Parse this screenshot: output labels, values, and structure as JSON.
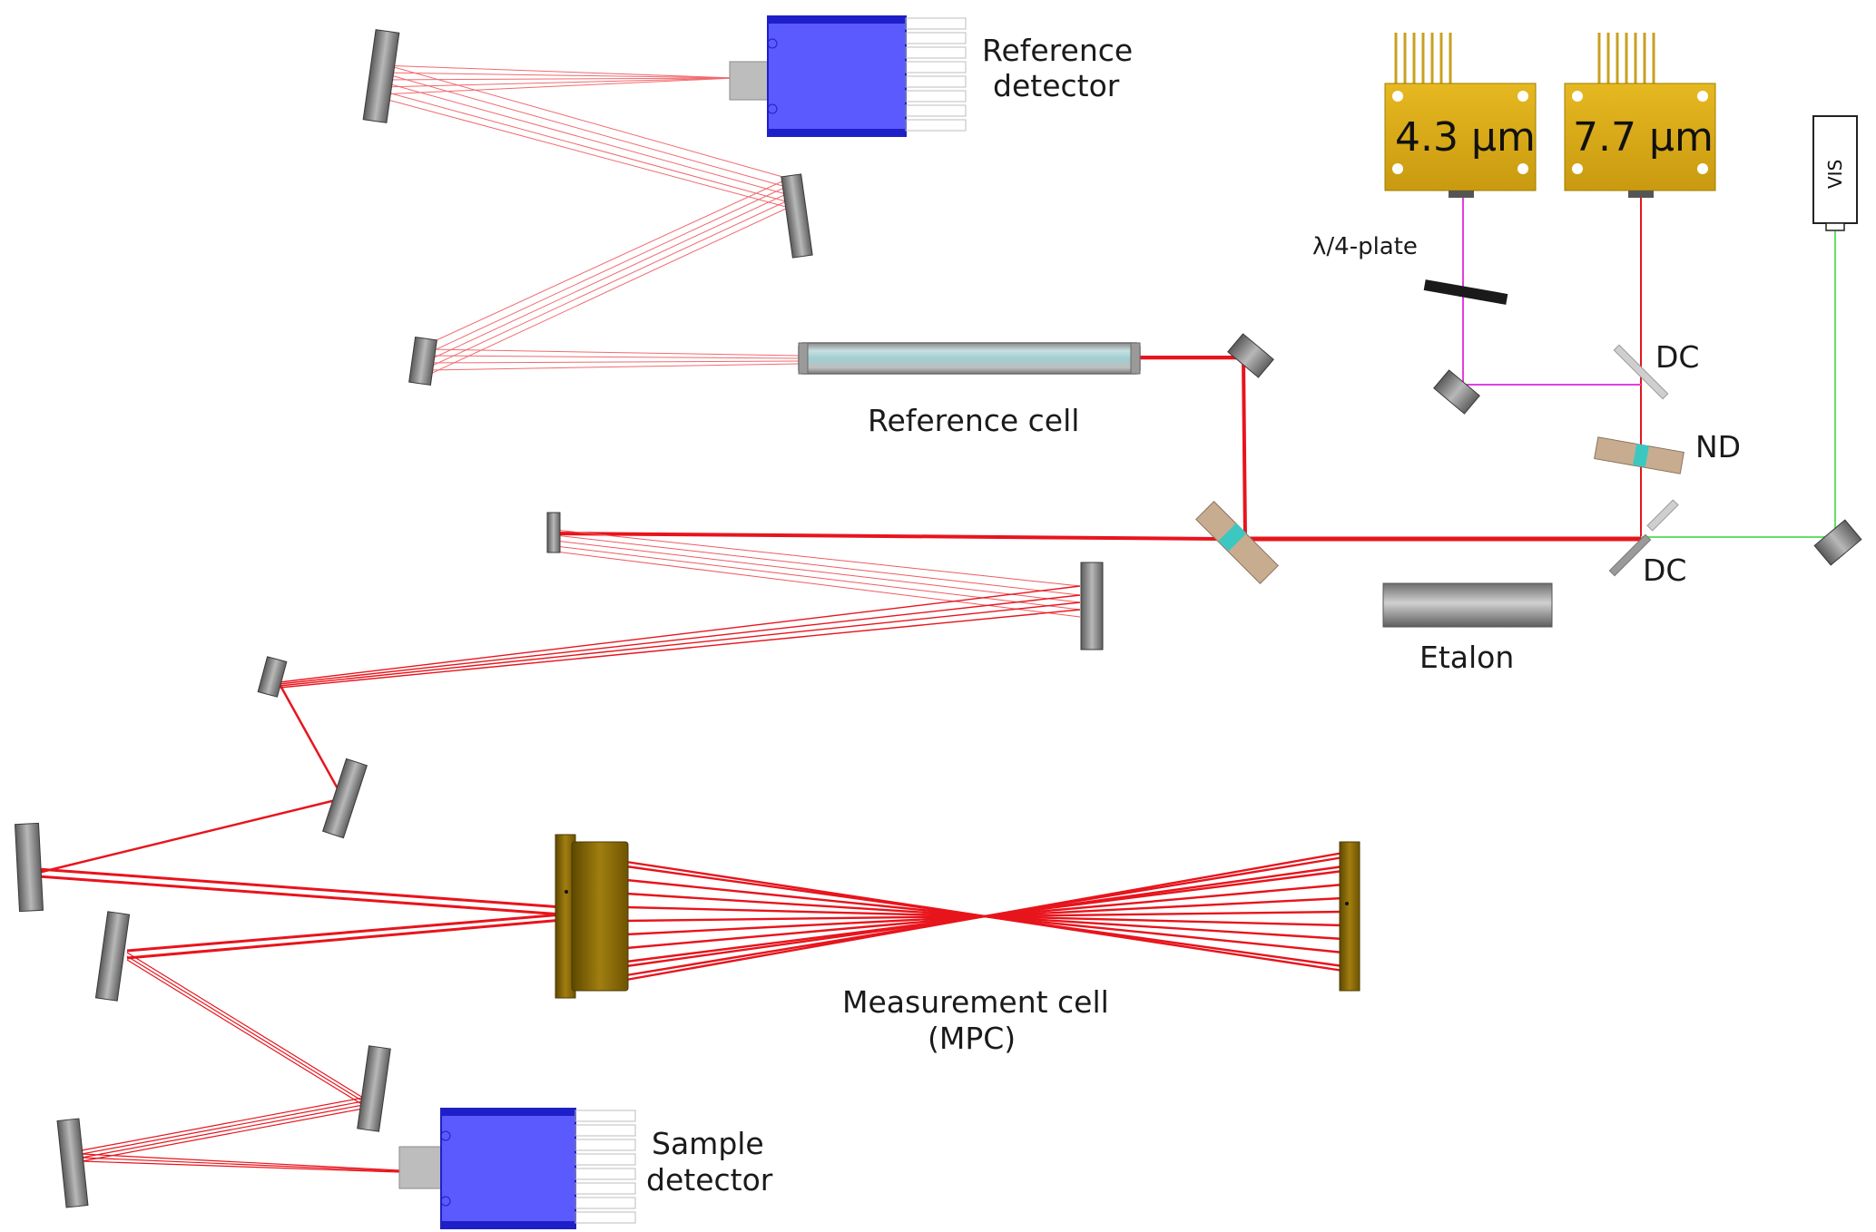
{
  "labels": {
    "reference_detector": [
      "Reference",
      "detector"
    ],
    "reference_cell": "Reference cell",
    "sample_detector": [
      "Sample",
      "detector"
    ],
    "measurement_cell": [
      "Measurement cell",
      "(MPC)"
    ],
    "etalon": "Etalon",
    "quarter_wave_plate": "λ/4-plate",
    "dichroic_top": "DC",
    "dichroic_bottom": "DC",
    "neutral_density": "ND",
    "laser_1": "4.3 μm",
    "laser_2": "7.7 μm",
    "visible_laser": "VIS"
  },
  "colors": {
    "beam_ir": "#e8141c",
    "beam_ir_light": "#f07a7e",
    "beam_uv_path": "#e040e0",
    "beam_visible": "#66e066",
    "detector_body": "#5a5aff",
    "detector_edge": "#1f1fc8",
    "laser_mount": "#d9ad1c",
    "mpc_mirror": "#8a6a00",
    "mirror_gray": "#777777",
    "reference_cell": "#9fc4c8",
    "beamsplitter": "#c8ac90"
  }
}
